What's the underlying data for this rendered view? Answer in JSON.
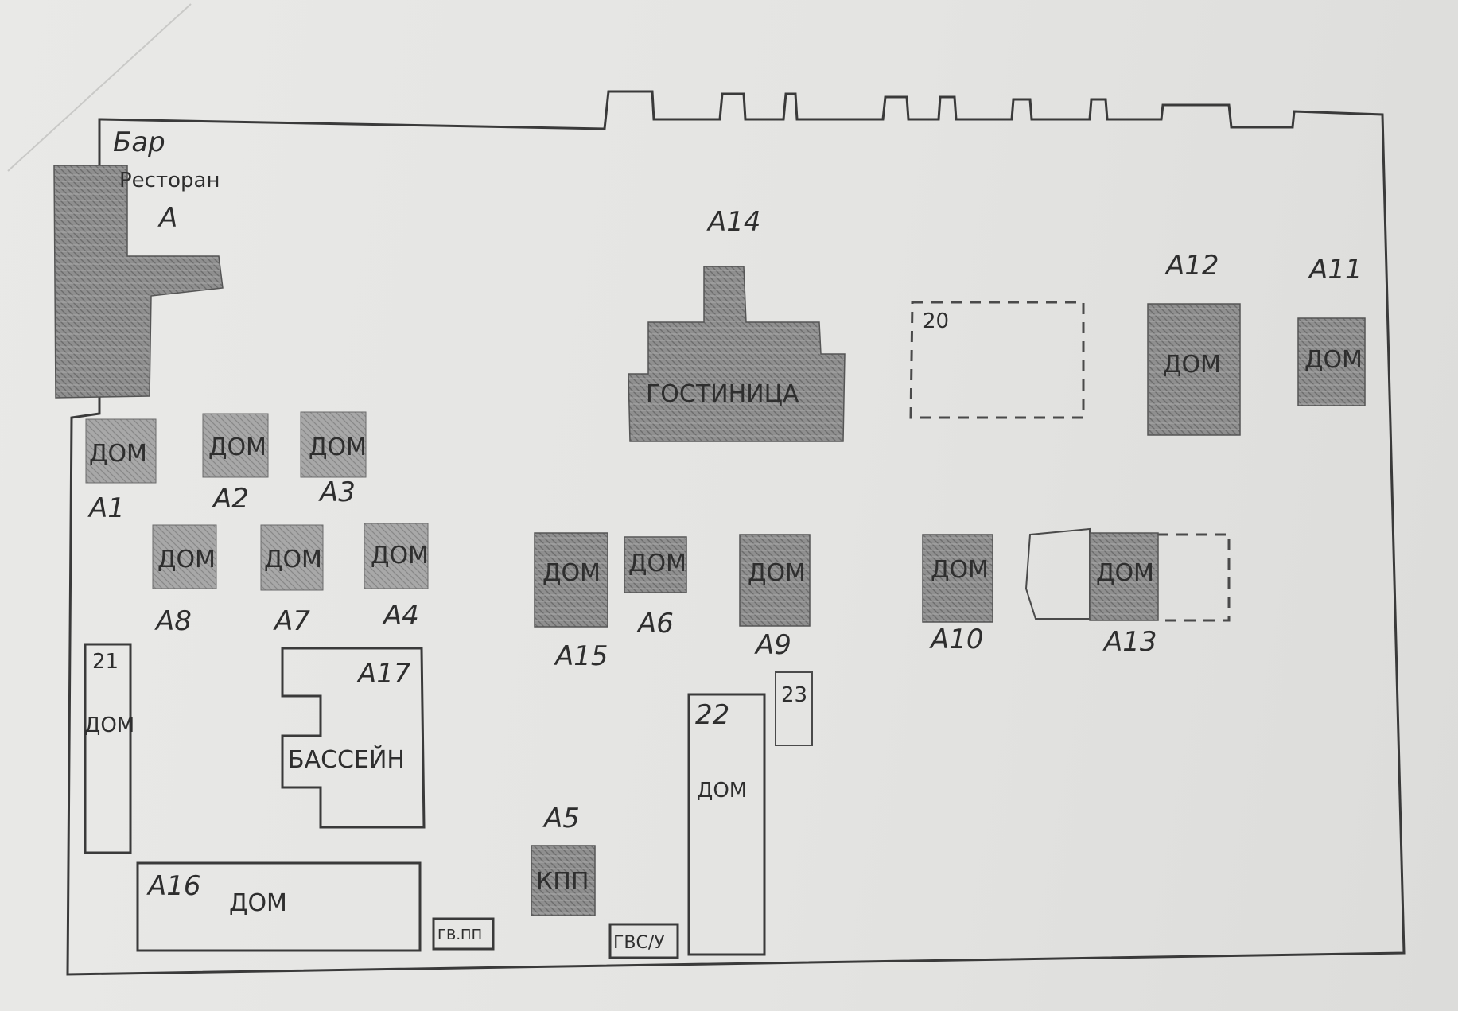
{
  "corner_labels": {
    "bar": "Бар",
    "restaurant": "Ресторан",
    "a": "А"
  },
  "hotel": {
    "code": "А14",
    "name": "ГОСТИНИЦА"
  },
  "buildings": [
    {
      "id": "a1",
      "code": "А1",
      "text": "ДОМ"
    },
    {
      "id": "a2",
      "code": "А2",
      "text": "ДОМ"
    },
    {
      "id": "a3",
      "code": "А3",
      "text": "ДОМ"
    },
    {
      "id": "a8",
      "code": "А8",
      "text": "ДОМ"
    },
    {
      "id": "a7",
      "code": "А7",
      "text": "ДОМ"
    },
    {
      "id": "a4",
      "code": "А4",
      "text": "ДОМ"
    },
    {
      "id": "a15",
      "code": "А15",
      "text": "ДОМ"
    },
    {
      "id": "a6",
      "code": "А6",
      "text": "ДОМ"
    },
    {
      "id": "a9",
      "code": "А9",
      "text": "ДОМ"
    },
    {
      "id": "a10",
      "code": "А10",
      "text": "ДОМ"
    },
    {
      "id": "a13",
      "code": "А13",
      "text": "ДОМ"
    },
    {
      "id": "a12",
      "code": "А12",
      "text": "ДОМ"
    },
    {
      "id": "a11",
      "code": "А11",
      "text": "ДОМ"
    }
  ],
  "plot_20": {
    "code": "20"
  },
  "plot_21": {
    "code": "21",
    "text": "ДОМ"
  },
  "plot_22": {
    "code": "22",
    "text": "ДОМ"
  },
  "plot_23": {
    "code": "23"
  },
  "pool": {
    "code": "А17",
    "text": "БАССЕЙН"
  },
  "a16": {
    "code": "А16",
    "text": "ДОМ"
  },
  "a5": {
    "code": "А5",
    "text": "КПП"
  },
  "box_left": {
    "text": "ГВ.ПП"
  },
  "box_right": {
    "text": "ГВС/У"
  }
}
